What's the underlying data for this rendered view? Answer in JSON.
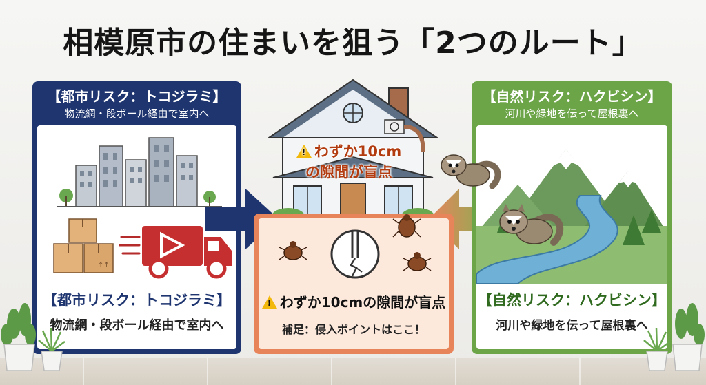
{
  "title": "相模原市の住まいを狙う「2つのルート」",
  "left_panel": {
    "header_title": "【都市リスク：トコジラミ】",
    "header_subtitle": "物流網・段ボール経由で室内へ",
    "footer_title": "【都市リスク：トコジラミ】",
    "footer_subtitle": "物流網・段ボール経由で室内へ",
    "color": "#1e3570",
    "icons": [
      "city-buildings-icon",
      "cardboard-boxes-icon",
      "delivery-truck-icon"
    ]
  },
  "center": {
    "callout_line1": "わずか10cm",
    "callout_line2": "の隙間が盲点",
    "footer_title": "わずか10cmの隙間が盲点",
    "footer_subtitle": "補足：侵入ポイントはここ！",
    "warning_mark": "!",
    "color": "#e8845a",
    "icons": [
      "house-icon",
      "bedbug-icon",
      "crack-magnifier-icon"
    ]
  },
  "right_panel": {
    "header_title": "【自然リスク：ハクビシン】",
    "header_subtitle": "河川や緑地を伝って屋根裏へ",
    "footer_title": "【自然リスク：ハクビシン】",
    "footer_subtitle": "河川や緑地を伝って屋根裏へ",
    "color": "#6ca448",
    "icons": [
      "mountain-icon",
      "river-icon",
      "civet-icon"
    ]
  }
}
